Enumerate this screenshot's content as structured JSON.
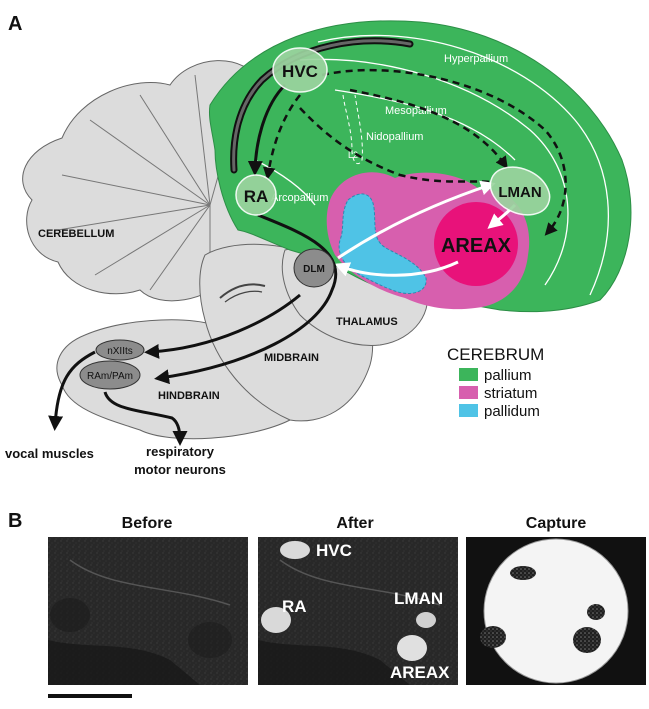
{
  "panels": {
    "a_letter": "A",
    "b_letter": "B"
  },
  "brain_regions": {
    "cerebellum": "CEREBELLUM",
    "thalamus": "THALAMUS",
    "midbrain": "MIDBRAIN",
    "hindbrain": "HINDBRAIN"
  },
  "pallial_layers": {
    "hyperpallium": "Hyperpallium",
    "mesopallium": "Mesopallium",
    "nidopallium": "Nidopallium",
    "arcopallium": "Arcopallium",
    "l2": "L2"
  },
  "nuclei": {
    "hvc": "HVC",
    "ra": "RA",
    "lman": "LMAN",
    "areax": "AREAX",
    "dlm": "DLM",
    "nxiits": "nXIIts",
    "ram_pam": "RAm/PAm"
  },
  "outputs": {
    "vocal_muscles": "vocal muscles",
    "respiratory_line1": "respiratory",
    "respiratory_line2": "motor neurons"
  },
  "legend": {
    "title": "CEREBRUM",
    "items": [
      {
        "label": "pallium",
        "color": "#3cb55b"
      },
      {
        "label": "striatum",
        "color": "#d75fae"
      },
      {
        "label": "pallidum",
        "color": "#4fc3e6"
      }
    ]
  },
  "colors": {
    "pallium": "#3cb55b",
    "striatum": "#d75fae",
    "pallidum": "#4fc3e6",
    "areax": "#e8127a",
    "hindbrain_gray": "#dcdcdc",
    "nucleus_gray": "#8c8c8c"
  },
  "panel_b": {
    "titles": {
      "before": "Before",
      "after": "After",
      "capture": "Capture"
    },
    "after_labels": {
      "hvc": "HVC",
      "ra": "RA",
      "lman": "LMAN",
      "areax": "AREAX"
    }
  }
}
